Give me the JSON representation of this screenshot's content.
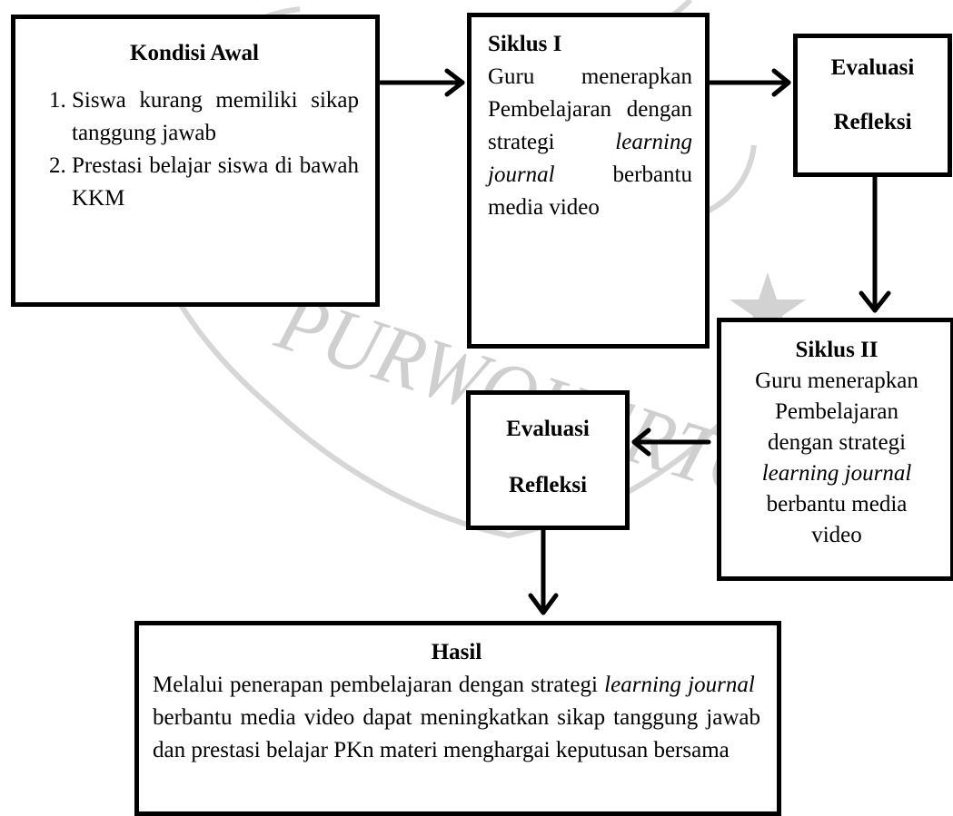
{
  "watermark": {
    "text": "PURWOKERTO"
  },
  "kondisi_awal": {
    "title": "Kondisi Awal",
    "items": [
      "Siswa kurang memiliki sikap tanggung jawab",
      "Prestasi belajar siswa di bawah KKM"
    ]
  },
  "siklus_1": {
    "title": "Siklus I",
    "text_before": "Guru menerapkan Pembelajaran dengan strategi",
    "text_italic": "learning journal",
    "text_after": "berbantu media video"
  },
  "evaluasi_1": {
    "line1": "Evaluasi",
    "line2": "Refleksi"
  },
  "siklus_2": {
    "title": "Siklus II",
    "line1": "Guru menerapkan",
    "line2": "Pembelajaran",
    "line3": "dengan strategi",
    "line4_italic": "learning journal",
    "line5": "berbantu media",
    "line6": "video"
  },
  "evaluasi_2": {
    "line1": "Evaluasi",
    "line2": "Refleksi"
  },
  "hasil": {
    "title": "Hasil",
    "text_before": "Melalui penerapan pembelajaran dengan strategi",
    "text_italic": "learning journal",
    "text_after": "berbantu media video dapat meningkatkan sikap tanggung jawab dan prestasi belajar PKn materi menghargai keputusan bersama"
  },
  "colors": {
    "line": "#000000",
    "watermark": "#c8c8c8"
  }
}
